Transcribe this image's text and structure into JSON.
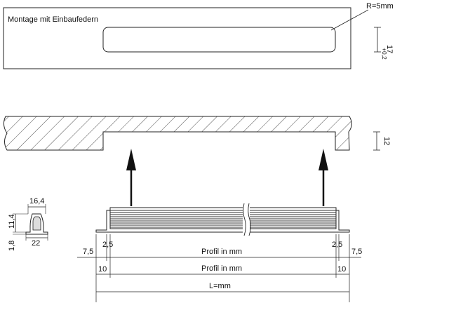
{
  "top_view": {
    "title": "Montage mit Einbaufedern",
    "radius_label": "R=5mm",
    "height_value": "17",
    "height_tolerance": "+0,2"
  },
  "section_view": {
    "depth_value": "12"
  },
  "profile_detail": {
    "top_width": "16,4",
    "height_upper": "11,4",
    "height_lower": "1,8",
    "base_width": "22"
  },
  "dimensions": {
    "left_overhang": "7,5",
    "left_inset": "2,5",
    "right_inset": "2,5",
    "right_overhang": "7,5",
    "profile_label_1": "Profil in mm",
    "profile_label_2": "Profil in mm",
    "left_offset": "10",
    "right_offset": "10",
    "total_label": "L=mm"
  }
}
